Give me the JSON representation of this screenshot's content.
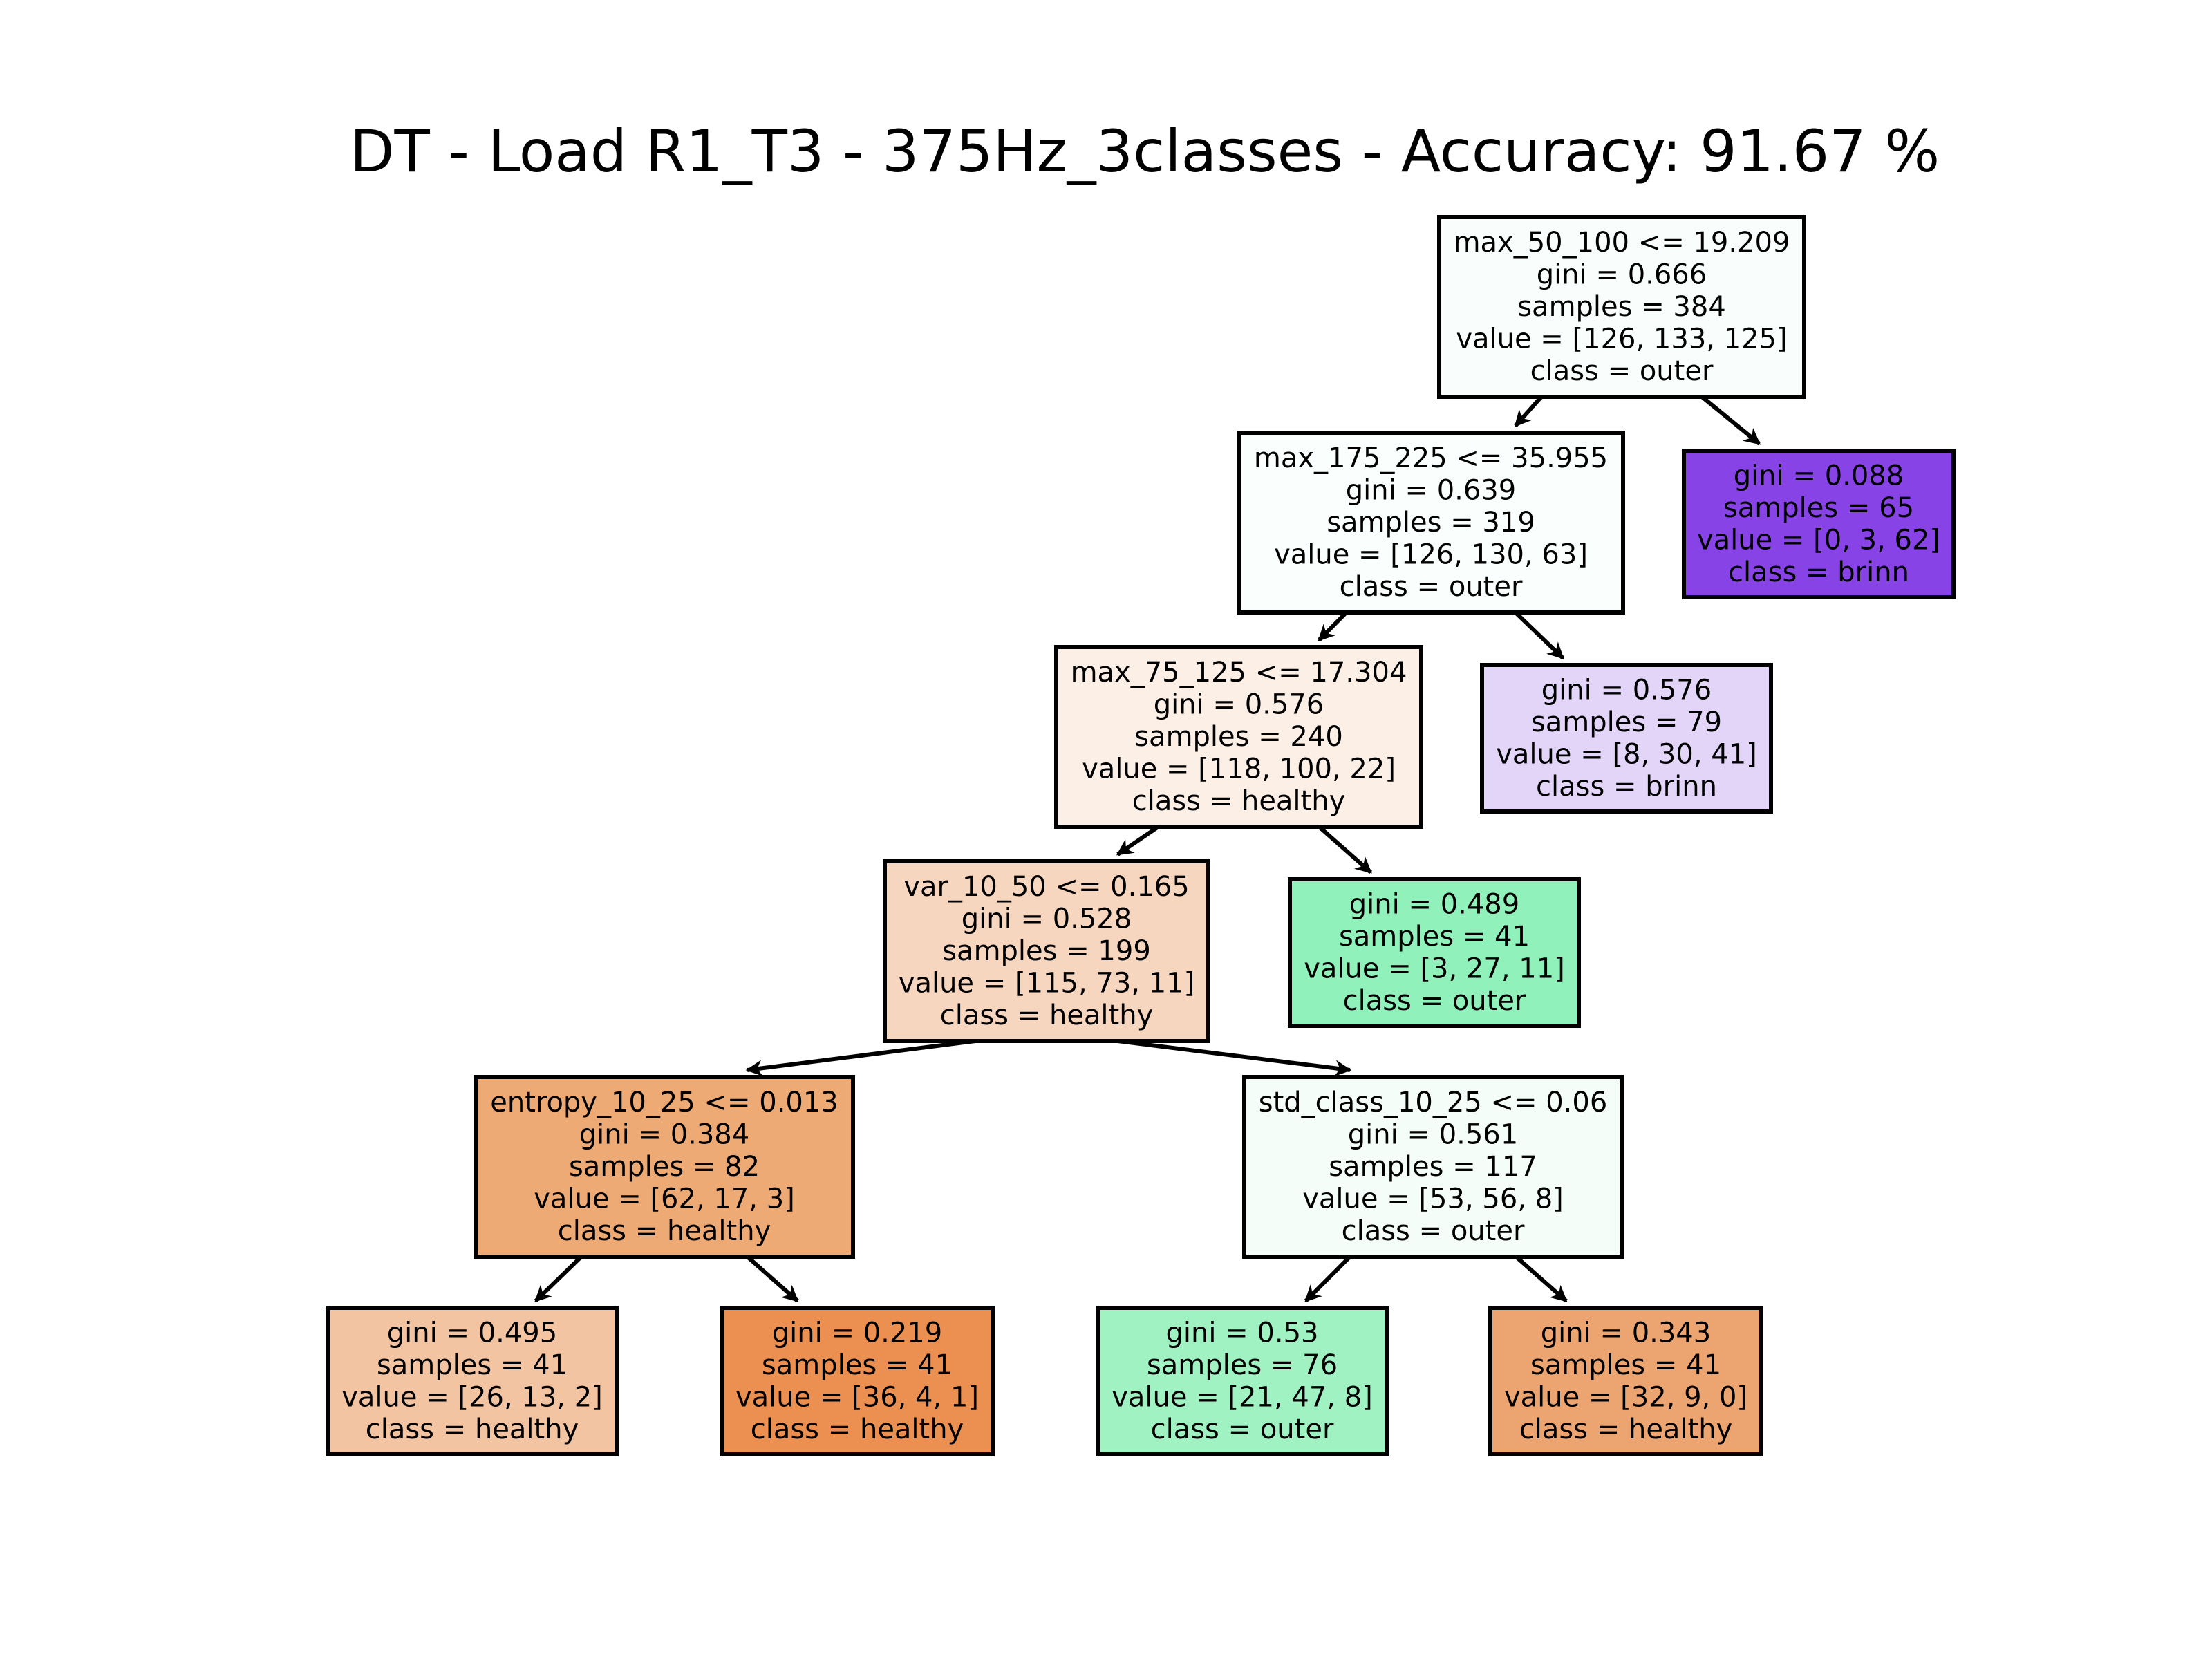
{
  "title": "DT - Load R1_T3 - 375Hz_3classes - Accuracy: 91.67 %",
  "nodes": [
    {
      "id": "n0",
      "split": "max_50_100 <= 19.209",
      "gini": "gini = 0.666",
      "samples": "samples = 384",
      "value": "value = [126, 133, 125]",
      "class": "class = outer",
      "fill": "#f9fefc"
    },
    {
      "id": "n1",
      "split": "max_175_225 <= 35.955",
      "gini": "gini = 0.639",
      "samples": "samples = 319",
      "value": "value = [126, 130, 63]",
      "class": "class = outer",
      "fill": "#fafefc"
    },
    {
      "id": "n2",
      "split": "max_75_125 <= 17.304",
      "gini": "gini = 0.576",
      "samples": "samples = 240",
      "value": "value = [118, 100, 22]",
      "class": "class = healthy",
      "fill": "#fcefe6"
    },
    {
      "id": "n3",
      "split": "var_10_50 <= 0.165",
      "gini": "gini = 0.528",
      "samples": "samples = 199",
      "value": "value = [115, 73, 11]",
      "class": "class = healthy",
      "fill": "#f6d6bf"
    },
    {
      "id": "n4",
      "split": "entropy_10_25 <= 0.013",
      "gini": "gini = 0.384",
      "samples": "samples = 82",
      "value": "value = [62, 17, 3]",
      "class": "class = healthy",
      "fill": "#eeaa75"
    },
    {
      "id": "n5",
      "split": "",
      "gini": "gini = 0.495",
      "samples": "samples = 41",
      "value": "value = [26, 13, 2]",
      "class": "class = healthy",
      "fill": "#f3c4a2"
    },
    {
      "id": "n6",
      "split": "",
      "gini": "gini = 0.219",
      "samples": "samples = 41",
      "value": "value = [36, 4, 1]",
      "class": "class = healthy",
      "fill": "#eb9050"
    },
    {
      "id": "n7",
      "split": "std_class_10_25 <= 0.06",
      "gini": "gini = 0.561",
      "samples": "samples = 117",
      "value": "value = [53, 56, 8]",
      "class": "class = outer",
      "fill": "#f4fdf8"
    },
    {
      "id": "n8",
      "split": "",
      "gini": "gini = 0.53",
      "samples": "samples = 76",
      "value": "value = [21, 47, 8]",
      "class": "class = outer",
      "fill": "#a0f2c3"
    },
    {
      "id": "n9",
      "split": "",
      "gini": "gini = 0.343",
      "samples": "samples = 41",
      "value": "value = [32, 9, 0]",
      "class": "class = healthy",
      "fill": "#eca571"
    },
    {
      "id": "n10",
      "split": "",
      "gini": "gini = 0.489",
      "samples": "samples = 41",
      "value": "value = [3, 27, 11]",
      "class": "class = outer",
      "fill": "#91f1ba"
    },
    {
      "id": "n11",
      "split": "",
      "gini": "gini = 0.576",
      "samples": "samples = 79",
      "value": "value = [8, 30, 41]",
      "class": "class = brinn",
      "fill": "#e2d5f8"
    },
    {
      "id": "n12",
      "split": "",
      "gini": "gini = 0.088",
      "samples": "samples = 65",
      "value": "value = [0, 3, 62]",
      "class": "class = brinn",
      "fill": "#8743e6"
    }
  ],
  "edges": [
    {
      "from": "n0",
      "to": "n1"
    },
    {
      "from": "n0",
      "to": "n12"
    },
    {
      "from": "n1",
      "to": "n2"
    },
    {
      "from": "n1",
      "to": "n11"
    },
    {
      "from": "n2",
      "to": "n3"
    },
    {
      "from": "n2",
      "to": "n10"
    },
    {
      "from": "n3",
      "to": "n4"
    },
    {
      "from": "n3",
      "to": "n7"
    },
    {
      "from": "n4",
      "to": "n5"
    },
    {
      "from": "n4",
      "to": "n6"
    },
    {
      "from": "n7",
      "to": "n8"
    },
    {
      "from": "n7",
      "to": "n9"
    }
  ]
}
